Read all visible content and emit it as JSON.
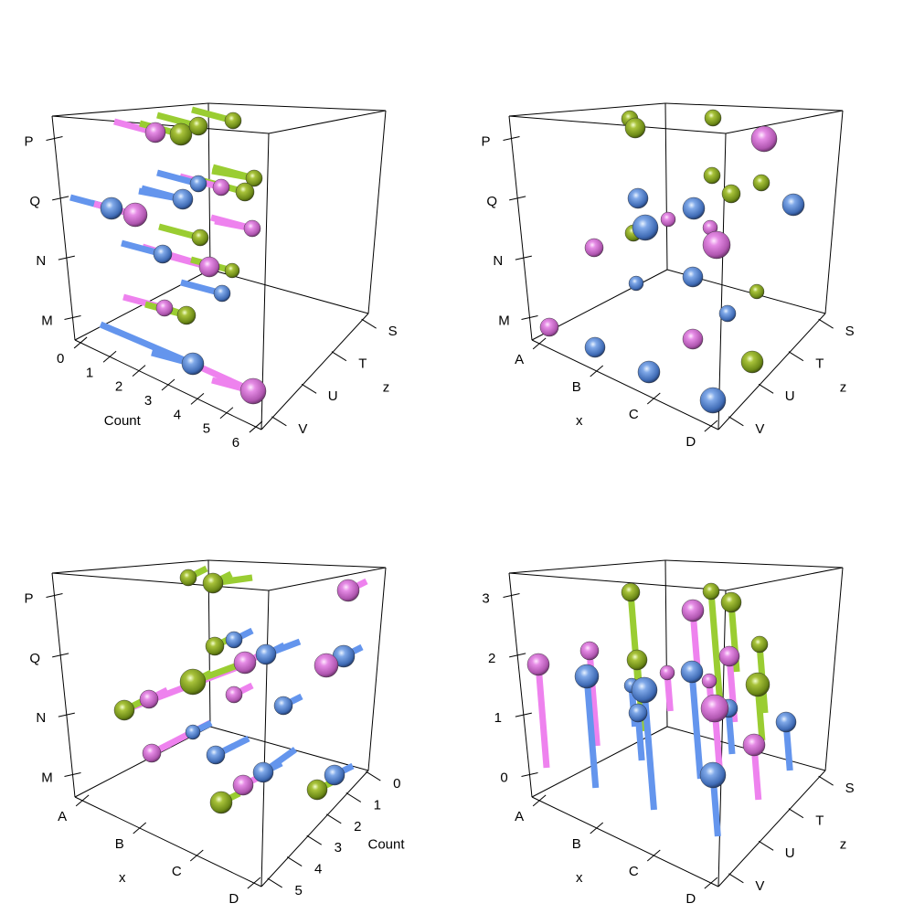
{
  "colors": {
    "blue": "#6495ED",
    "pink": "#EE82EE",
    "green": "#9ACD32",
    "axis": "#000000",
    "background": "#FFFFFF"
  },
  "chart_data": [
    {
      "id": "top-left",
      "type": "scatter3d",
      "title": "",
      "axes": {
        "y_vertical": {
          "label": "",
          "ticks": [
            "M",
            "N",
            "Q",
            "P"
          ]
        },
        "x_depth_left": {
          "label": "Count",
          "ticks": [
            "0",
            "1",
            "2",
            "3",
            "4",
            "5",
            "6"
          ]
        },
        "z_depth_right": {
          "label": "z",
          "ticks": [
            "S",
            "T",
            "U",
            "V"
          ]
        }
      },
      "style": "spheres with horizontal segments along Count axis",
      "series": [
        {
          "name": "blue",
          "color": "#6495ED"
        },
        {
          "name": "pink",
          "color": "#EE82EE"
        },
        {
          "name": "green",
          "color": "#9ACD32"
        }
      ],
      "points_screen": [
        {
          "x": 170,
          "y": 145,
          "r": 11,
          "color": "pink"
        },
        {
          "x": 198,
          "y": 147,
          "r": 12,
          "color": "green"
        },
        {
          "x": 217,
          "y": 138,
          "r": 10,
          "color": "green"
        },
        {
          "x": 255,
          "y": 132,
          "r": 9,
          "color": "green"
        },
        {
          "x": 278,
          "y": 195,
          "r": 9,
          "color": "green"
        },
        {
          "x": 268,
          "y": 210,
          "r": 10,
          "color": "green"
        },
        {
          "x": 242,
          "y": 205,
          "r": 9,
          "color": "pink"
        },
        {
          "x": 217,
          "y": 201,
          "r": 9,
          "color": "blue"
        },
        {
          "x": 200,
          "y": 218,
          "r": 11,
          "color": "blue"
        },
        {
          "x": 122,
          "y": 228,
          "r": 12,
          "color": "blue"
        },
        {
          "x": 148,
          "y": 235,
          "r": 13,
          "color": "pink"
        },
        {
          "x": 276,
          "y": 250,
          "r": 9,
          "color": "pink"
        },
        {
          "x": 219,
          "y": 260,
          "r": 9,
          "color": "green"
        },
        {
          "x": 178,
          "y": 278,
          "r": 10,
          "color": "blue"
        },
        {
          "x": 229,
          "y": 292,
          "r": 11,
          "color": "pink"
        },
        {
          "x": 254,
          "y": 296,
          "r": 8,
          "color": "green"
        },
        {
          "x": 243,
          "y": 321,
          "r": 9,
          "color": "blue"
        },
        {
          "x": 180,
          "y": 337,
          "r": 9,
          "color": "pink"
        },
        {
          "x": 204,
          "y": 345,
          "r": 10,
          "color": "green"
        },
        {
          "x": 211,
          "y": 398,
          "r": 12,
          "color": "blue"
        },
        {
          "x": 277,
          "y": 428,
          "r": 14,
          "color": "pink"
        }
      ]
    },
    {
      "id": "top-right",
      "type": "scatter3d",
      "title": "",
      "axes": {
        "y_vertical": {
          "label": "",
          "ticks": [
            "M",
            "N",
            "Q",
            "P"
          ]
        },
        "x_depth_left": {
          "label": "x",
          "ticks": [
            "A",
            "B",
            "C",
            "D"
          ]
        },
        "z_depth_right": {
          "label": "z",
          "ticks": [
            "S",
            "T",
            "U",
            "V"
          ]
        }
      },
      "style": "spheres only",
      "points_screen": [
        {
          "x": 689,
          "y": 130,
          "r": 9,
          "color": "green"
        },
        {
          "x": 695,
          "y": 140,
          "r": 11,
          "color": "green"
        },
        {
          "x": 780,
          "y": 129,
          "r": 9,
          "color": "green"
        },
        {
          "x": 836,
          "y": 152,
          "r": 14,
          "color": "pink"
        },
        {
          "x": 779,
          "y": 192,
          "r": 9,
          "color": "green"
        },
        {
          "x": 833,
          "y": 200,
          "r": 9,
          "color": "green"
        },
        {
          "x": 800,
          "y": 212,
          "r": 10,
          "color": "green"
        },
        {
          "x": 698,
          "y": 217,
          "r": 11,
          "color": "blue"
        },
        {
          "x": 759,
          "y": 228,
          "r": 12,
          "color": "blue"
        },
        {
          "x": 868,
          "y": 224,
          "r": 12,
          "color": "blue"
        },
        {
          "x": 731,
          "y": 240,
          "r": 8,
          "color": "pink"
        },
        {
          "x": 693,
          "y": 255,
          "r": 9,
          "color": "green"
        },
        {
          "x": 706,
          "y": 249,
          "r": 14,
          "color": "blue"
        },
        {
          "x": 777,
          "y": 249,
          "r": 8,
          "color": "pink"
        },
        {
          "x": 784,
          "y": 268,
          "r": 15,
          "color": "pink"
        },
        {
          "x": 650,
          "y": 271,
          "r": 10,
          "color": "pink"
        },
        {
          "x": 696,
          "y": 310,
          "r": 8,
          "color": "blue"
        },
        {
          "x": 758,
          "y": 303,
          "r": 11,
          "color": "blue"
        },
        {
          "x": 828,
          "y": 319,
          "r": 8,
          "color": "green"
        },
        {
          "x": 796,
          "y": 343,
          "r": 9,
          "color": "blue"
        },
        {
          "x": 601,
          "y": 358,
          "r": 10,
          "color": "pink"
        },
        {
          "x": 651,
          "y": 380,
          "r": 11,
          "color": "blue"
        },
        {
          "x": 758,
          "y": 371,
          "r": 11,
          "color": "pink"
        },
        {
          "x": 823,
          "y": 396,
          "r": 12,
          "color": "green"
        },
        {
          "x": 710,
          "y": 407,
          "r": 12,
          "color": "blue"
        },
        {
          "x": 780,
          "y": 438,
          "r": 14,
          "color": "blue"
        }
      ]
    },
    {
      "id": "bottom-left",
      "type": "scatter3d",
      "title": "",
      "axes": {
        "y_vertical": {
          "label": "",
          "ticks": [
            "M",
            "N",
            "Q",
            "P"
          ]
        },
        "x_depth_left": {
          "label": "x",
          "ticks": [
            "A",
            "B",
            "C",
            "D"
          ]
        },
        "z_depth_right": {
          "label": "Count",
          "ticks": [
            "0",
            "1",
            "2",
            "3",
            "4",
            "5"
          ]
        }
      },
      "style": "spheres with segments along Count axis",
      "points_screen": [
        {
          "x": 206,
          "y": 632,
          "r": 9,
          "color": "green"
        },
        {
          "x": 233,
          "y": 638,
          "r": 11,
          "color": "green"
        },
        {
          "x": 381,
          "y": 646,
          "r": 12,
          "color": "pink"
        },
        {
          "x": 235,
          "y": 707,
          "r": 10,
          "color": "green"
        },
        {
          "x": 256,
          "y": 700,
          "r": 9,
          "color": "blue"
        },
        {
          "x": 291,
          "y": 716,
          "r": 11,
          "color": "blue"
        },
        {
          "x": 268,
          "y": 725,
          "r": 12,
          "color": "pink"
        },
        {
          "x": 376,
          "y": 718,
          "r": 12,
          "color": "blue"
        },
        {
          "x": 357,
          "y": 728,
          "r": 13,
          "color": "pink"
        },
        {
          "x": 211,
          "y": 746,
          "r": 14,
          "color": "green"
        },
        {
          "x": 256,
          "y": 760,
          "r": 9,
          "color": "pink"
        },
        {
          "x": 310,
          "y": 772,
          "r": 10,
          "color": "blue"
        },
        {
          "x": 163,
          "y": 765,
          "r": 10,
          "color": "pink"
        },
        {
          "x": 136,
          "y": 777,
          "r": 11,
          "color": "green"
        },
        {
          "x": 211,
          "y": 801,
          "r": 8,
          "color": "blue"
        },
        {
          "x": 166,
          "y": 824,
          "r": 10,
          "color": "pink"
        },
        {
          "x": 236,
          "y": 826,
          "r": 10,
          "color": "blue"
        },
        {
          "x": 288,
          "y": 845,
          "r": 11,
          "color": "blue"
        },
        {
          "x": 266,
          "y": 859,
          "r": 11,
          "color": "pink"
        },
        {
          "x": 242,
          "y": 878,
          "r": 12,
          "color": "green"
        },
        {
          "x": 366,
          "y": 848,
          "r": 11,
          "color": "blue"
        },
        {
          "x": 347,
          "y": 864,
          "r": 11,
          "color": "green"
        }
      ]
    },
    {
      "id": "bottom-right",
      "type": "scatter3d",
      "title": "",
      "axes": {
        "y_vertical": {
          "label": "",
          "ticks": [
            "0",
            "1",
            "2",
            "3"
          ]
        },
        "x_depth_left": {
          "label": "x",
          "ticks": [
            "A",
            "B",
            "C",
            "D"
          ]
        },
        "z_depth_right": {
          "label": "z",
          "ticks": [
            "S",
            "T",
            "U",
            "V"
          ]
        }
      },
      "style": "spheres with vertical drop lines (lollipop)",
      "points_screen": [
        {
          "x": 589,
          "y": 727,
          "r": 12,
          "color": "pink",
          "stem_to": 840
        },
        {
          "x": 645,
          "y": 712,
          "r": 10,
          "color": "pink",
          "stem_to": 816
        },
        {
          "x": 642,
          "y": 740,
          "r": 13,
          "color": "blue",
          "stem_to": 862
        },
        {
          "x": 690,
          "y": 648,
          "r": 10,
          "color": "green",
          "stem_to": 755
        },
        {
          "x": 697,
          "y": 722,
          "r": 11,
          "color": "green",
          "stem_to": 800
        },
        {
          "x": 691,
          "y": 750,
          "r": 8,
          "color": "blue",
          "stem_to": 795
        },
        {
          "x": 705,
          "y": 755,
          "r": 14,
          "color": "blue",
          "stem_to": 886
        },
        {
          "x": 698,
          "y": 780,
          "r": 10,
          "color": "blue",
          "stem_to": 832
        },
        {
          "x": 730,
          "y": 736,
          "r": 8,
          "color": "pink",
          "stem_to": 778
        },
        {
          "x": 758,
          "y": 668,
          "r": 12,
          "color": "pink",
          "stem_to": 735
        },
        {
          "x": 757,
          "y": 735,
          "r": 12,
          "color": "blue",
          "stem_to": 852
        },
        {
          "x": 778,
          "y": 647,
          "r": 9,
          "color": "green",
          "stem_to": 775
        },
        {
          "x": 776,
          "y": 745,
          "r": 8,
          "color": "pink",
          "stem_to": 790
        },
        {
          "x": 800,
          "y": 659,
          "r": 11,
          "color": "green",
          "stem_to": 735
        },
        {
          "x": 798,
          "y": 718,
          "r": 11,
          "color": "pink",
          "stem_to": 790
        },
        {
          "x": 797,
          "y": 775,
          "r": 10,
          "color": "blue",
          "stem_to": 825
        },
        {
          "x": 782,
          "y": 775,
          "r": 15,
          "color": "pink",
          "stem_to": 848
        },
        {
          "x": 831,
          "y": 705,
          "r": 9,
          "color": "green",
          "stem_to": 780
        },
        {
          "x": 829,
          "y": 749,
          "r": 13,
          "color": "green",
          "stem_to": 810
        },
        {
          "x": 860,
          "y": 790,
          "r": 11,
          "color": "blue",
          "stem_to": 843
        },
        {
          "x": 825,
          "y": 815,
          "r": 12,
          "color": "pink",
          "stem_to": 875
        },
        {
          "x": 780,
          "y": 848,
          "r": 14,
          "color": "blue",
          "stem_to": 915
        }
      ]
    }
  ]
}
